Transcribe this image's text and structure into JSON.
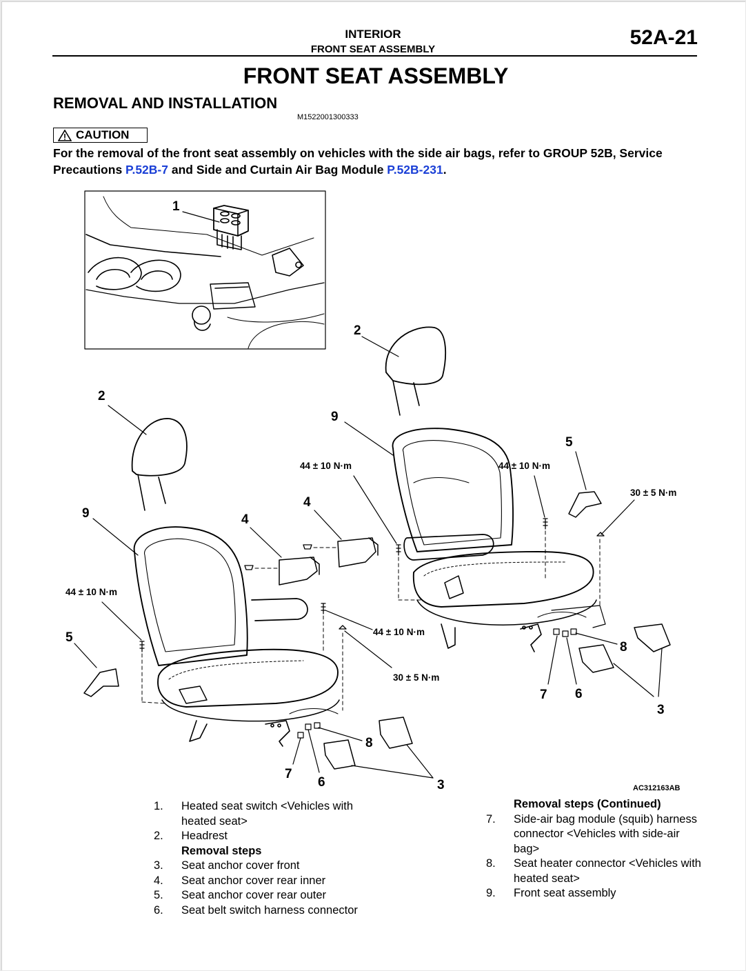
{
  "header": {
    "section": "INTERIOR",
    "subsection": "FRONT SEAT ASSEMBLY",
    "page_number": "52A-21"
  },
  "title": "FRONT SEAT ASSEMBLY",
  "subtitle": "REMOVAL AND INSTALLATION",
  "doc_id": "M1522001300333",
  "caution": {
    "label": "CAUTION",
    "text_1": "For the removal of the front seat assembly on vehicles with the side air bags, refer to GROUP 52B, Service Precautions ",
    "link_1": "P.52B-7",
    "text_2": " and Side and Curtain Air Bag Module ",
    "link_2": "P.52B-231",
    "text_3": "."
  },
  "diagram": {
    "figure_ref": "AC312163AB",
    "callouts": {
      "c1": "1",
      "c2a": "2",
      "c2b": "2",
      "c9a": "9",
      "c9b": "9",
      "c4a": "4",
      "c4b": "4",
      "c5a": "5",
      "c5b": "5",
      "c3a": "3",
      "c3b": "3",
      "c6a": "6",
      "c6b": "6",
      "c7a": "7",
      "c7b": "7",
      "c8a": "8",
      "c8b": "8"
    },
    "torques": {
      "t1": "44 ± 10 N·m",
      "t2": "44 ± 10 N·m",
      "t3": "44 ± 10 N·m",
      "t4": "44 ± 10 N·m",
      "t5": "30 ± 5 N·m",
      "t6": "30 ± 5 N·m"
    }
  },
  "steps_left": [
    {
      "num": "1.",
      "text": "Heated seat switch <Vehicles with heated seat>"
    },
    {
      "num": "2.",
      "text": "Headrest"
    },
    {
      "heading": "Removal steps"
    },
    {
      "num": "3.",
      "text": "Seat anchor cover front"
    },
    {
      "num": "4.",
      "text": "Seat anchor cover rear inner"
    },
    {
      "num": "5.",
      "text": "Seat anchor cover rear outer"
    },
    {
      "num": "6.",
      "text": "Seat belt switch harness connector"
    }
  ],
  "steps_right": [
    {
      "heading": "Removal steps (Continued)"
    },
    {
      "num": "7.",
      "text": "Side-air bag module (squib) harness connector <Vehicles with side-air bag>"
    },
    {
      "num": "8.",
      "text": "Seat heater connector <Vehicles with heated seat>"
    },
    {
      "num": "9.",
      "text": "Front seat assembly"
    }
  ]
}
